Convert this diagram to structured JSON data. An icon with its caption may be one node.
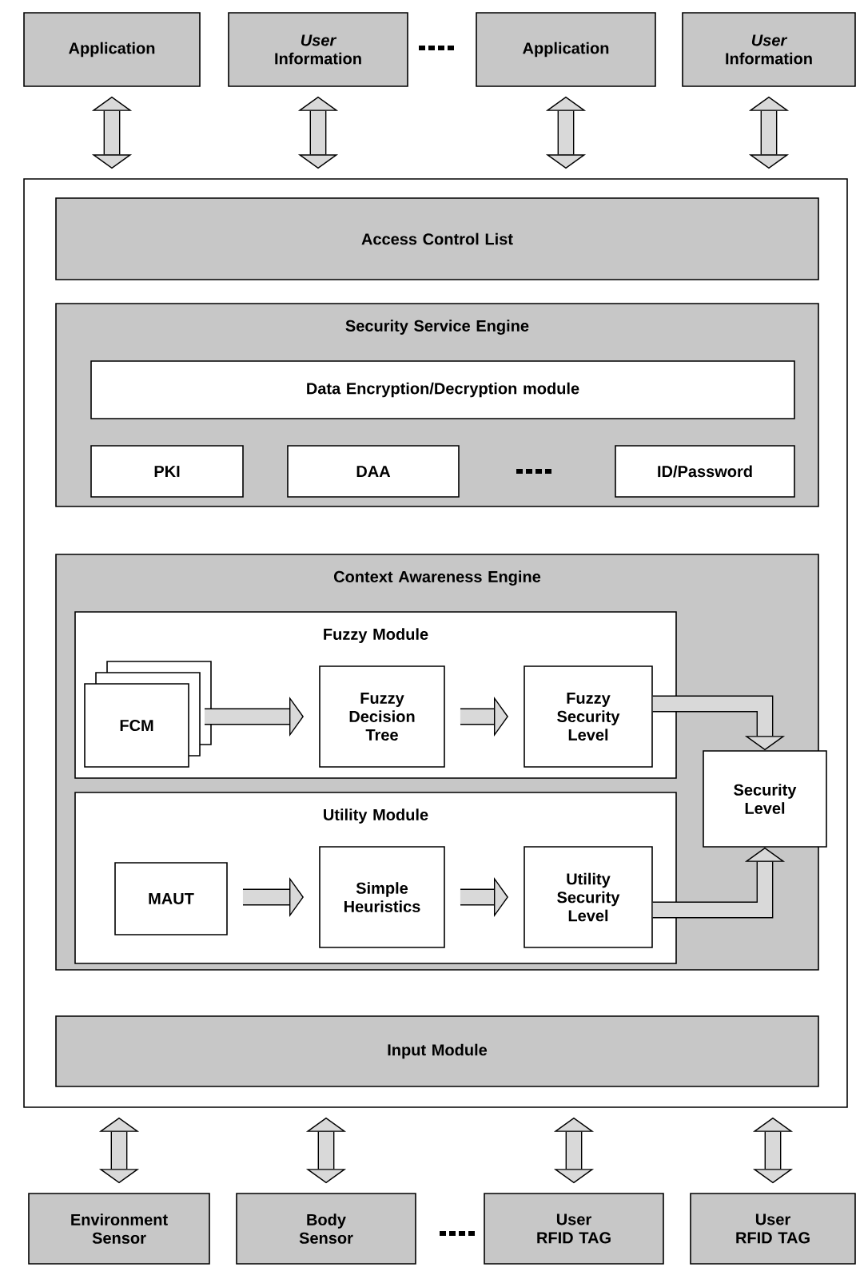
{
  "diagram": {
    "nodes": [
      {
        "text": [
          "Application"
        ]
      },
      {
        "text": [
          "*User* Information"
        ]
      },
      {
        "text": [
          "Application"
        ]
      },
      {
        "text": [
          "*User* Information"
        ]
      },
      {
        "text": [],
        "shape": "box"
      },
      {
        "text": [
          "Access Control List"
        ],
        "in": 4
      },
      {
        "text": [
          "Security Service Engine"
        ],
        "in": 4
      },
      {
        "text": [
          "Data Encryption/Decryption module"
        ],
        "in": 6
      },
      {
        "text": [
          "PKI"
        ],
        "in": 6
      },
      {
        "text": [
          "DAA"
        ],
        "in": 6
      },
      {
        "text": [
          "ID/Password"
        ],
        "in": 6
      },
      {
        "text": [
          "Context Awareness Engine"
        ],
        "in": 4
      },
      {
        "text": [
          "Fuzzy Module"
        ],
        "in": 11
      },
      {
        "text": [
          "FCM"
        ],
        "in": 12
      },
      {
        "text": [
          "Fuzzy Decision Tree"
        ],
        "in": 12
      },
      {
        "text": [
          "Fuzzy Security Level"
        ],
        "in": 12
      },
      {
        "text": [
          "Utility Module"
        ],
        "in": 11
      },
      {
        "text": [
          "MAUT"
        ],
        "in": 16
      },
      {
        "text": [
          "Simple Heuristics"
        ],
        "in": 16
      },
      {
        "text": [
          "Utility Security Level"
        ],
        "in": 16
      },
      {
        "text": [
          "Security Level"
        ],
        "in": 11
      },
      {
        "text": [
          "Input Module"
        ],
        "in": 4
      },
      {
        "text": [
          "Environment Sensor"
        ]
      },
      {
        "text": [
          "Body Sensor"
        ]
      },
      {
        "text": [
          "User RFID TAG"
        ]
      },
      {
        "text": [
          "User RFID TAG"
        ]
      }
    ],
    "edges": [
      {
        "from": 0,
        "to": 4,
        "arrow": "both"
      },
      {
        "from": 1,
        "to": 4,
        "arrow": "both"
      },
      {
        "from": 2,
        "to": 4,
        "arrow": "both"
      },
      {
        "from": 3,
        "to": 4,
        "arrow": "both"
      },
      {
        "from": 13,
        "to": 14,
        "arrow": "to"
      },
      {
        "from": 14,
        "to": 15,
        "arrow": "to"
      },
      {
        "from": 15,
        "to": 20,
        "arrow": "to"
      },
      {
        "from": 17,
        "to": 18,
        "arrow": "to"
      },
      {
        "from": 18,
        "to": 19,
        "arrow": "to"
      },
      {
        "from": 19,
        "to": 20,
        "arrow": "to"
      },
      {
        "from": 4,
        "to": 22,
        "arrow": "both"
      },
      {
        "from": 4,
        "to": 23,
        "arrow": "both"
      },
      {
        "from": 4,
        "to": 24,
        "arrow": "both"
      },
      {
        "from": 4,
        "to": 25,
        "arrow": "both"
      }
    ]
  }
}
